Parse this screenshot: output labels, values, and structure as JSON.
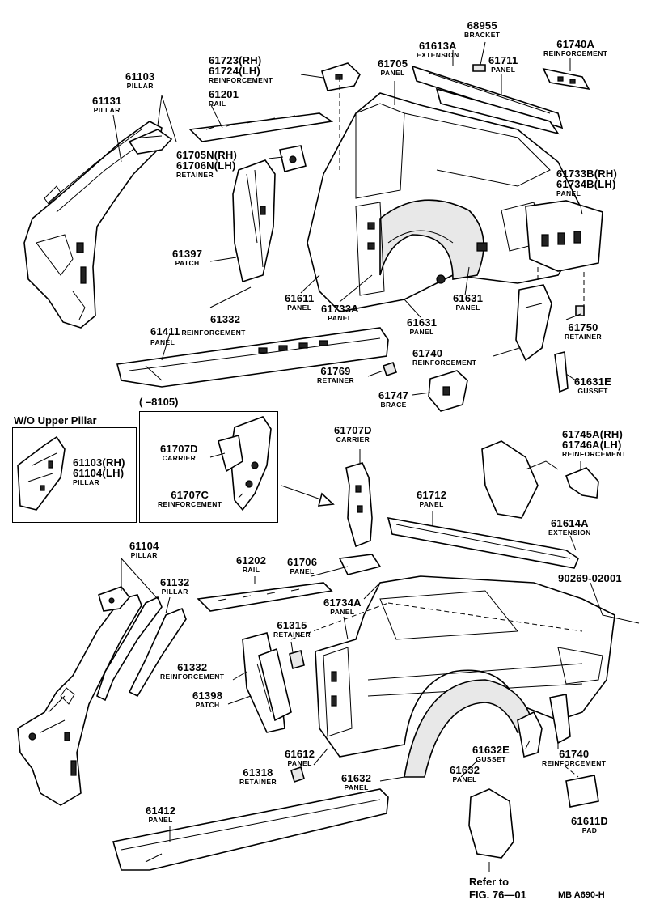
{
  "header": {
    "range_label": "(      –8105)"
  },
  "inset": {
    "title": "W/O Upper Pillar"
  },
  "refer": {
    "line1": "Refer to",
    "line2": "FIG. 76—01"
  },
  "code": "MB A690-H",
  "parts": {
    "p68955": {
      "num": "68955",
      "desc": "BRACKET"
    },
    "p61613a": {
      "num": "61613A",
      "desc": "EXTENSION"
    },
    "p61740a": {
      "num": "61740A",
      "desc": "REINFORCEMENT"
    },
    "p61723": {
      "num": "61723(RH)",
      "num2": "61724(LH)",
      "desc": "REINFORCEMENT"
    },
    "p61705": {
      "num": "61705",
      "desc": "PANEL"
    },
    "p61711": {
      "num": "61711",
      "desc": "PANEL"
    },
    "p61103": {
      "num": "61103",
      "desc": "PILLAR"
    },
    "p61131": {
      "num": "61131",
      "desc": "PILLAR"
    },
    "p61201": {
      "num": "61201",
      "desc": "RAIL"
    },
    "p61705n": {
      "num": "61705N(RH)",
      "num2": "61706N(LH)",
      "desc": "RETAINER"
    },
    "p61733b": {
      "num": "61733B(RH)",
      "num2": "61734B(LH)",
      "desc": "PANEL"
    },
    "p61397": {
      "num": "61397",
      "desc": "PATCH"
    },
    "p61611": {
      "num": "61611",
      "desc": "PANEL"
    },
    "p61733a": {
      "num": "61733A",
      "desc": "PANEL"
    },
    "p61631": {
      "num": "61631",
      "desc": "PANEL"
    },
    "p61631b": {
      "num": "61631",
      "desc": "PANEL"
    },
    "p61332": {
      "num": "61332",
      "desc": "REINFORCEMENT"
    },
    "p61411": {
      "num": "61411",
      "desc": "PANEL"
    },
    "p61750": {
      "num": "61750",
      "desc": "RETAINER"
    },
    "p61740": {
      "num": "61740",
      "desc": "REINFORCEMENT"
    },
    "p61769": {
      "num": "61769",
      "desc": "RETAINER"
    },
    "p61631e": {
      "num": "61631E",
      "desc": "GUSSET"
    },
    "p61747": {
      "num": "61747",
      "desc": "BRACE"
    },
    "p61707d": {
      "num": "61707D",
      "desc": "CARRIER"
    },
    "p61707c": {
      "num": "61707C",
      "desc": "REINFORCEMENT"
    },
    "p61707d2": {
      "num": "61707D",
      "desc": "CARRIER"
    },
    "p61103b": {
      "num": "61103(RH)",
      "num2": "61104(LH)",
      "desc": "PILLAR"
    },
    "p61745a": {
      "num": "61745A(RH)",
      "num2": "61746A(LH)",
      "desc": "REINFORCEMENT"
    },
    "p61712": {
      "num": "61712",
      "desc": "PANEL"
    },
    "p61614a": {
      "num": "61614A",
      "desc": "EXTENSION"
    },
    "p61104": {
      "num": "61104",
      "desc": "PILLAR"
    },
    "p61132": {
      "num": "61132",
      "desc": "PILLAR"
    },
    "p61202": {
      "num": "61202",
      "desc": "RAIL"
    },
    "p61706": {
      "num": "61706",
      "desc": "PANEL"
    },
    "p90269": {
      "num": "90269-02001"
    },
    "p61734a": {
      "num": "61734A",
      "desc": "PANEL"
    },
    "p61315": {
      "num": "61315",
      "desc": "RETAINER"
    },
    "p61332b": {
      "num": "61332",
      "desc": "REINFORCEMENT"
    },
    "p61398": {
      "num": "61398",
      "desc": "PATCH"
    },
    "p61612": {
      "num": "61612",
      "desc": "PANEL"
    },
    "p61318": {
      "num": "61318",
      "desc": "RETAINER"
    },
    "p61632e": {
      "num": "61632E",
      "desc": "GUSSET"
    },
    "p61740b": {
      "num": "61740",
      "desc": "REINFORCEMENT"
    },
    "p61632": {
      "num": "61632",
      "desc": "PANEL"
    },
    "p61632b": {
      "num": "61632",
      "desc": "PANEL"
    },
    "p61611d": {
      "num": "61611D",
      "desc": "PAD"
    },
    "p61412": {
      "num": "61412",
      "desc": "PANEL"
    }
  }
}
